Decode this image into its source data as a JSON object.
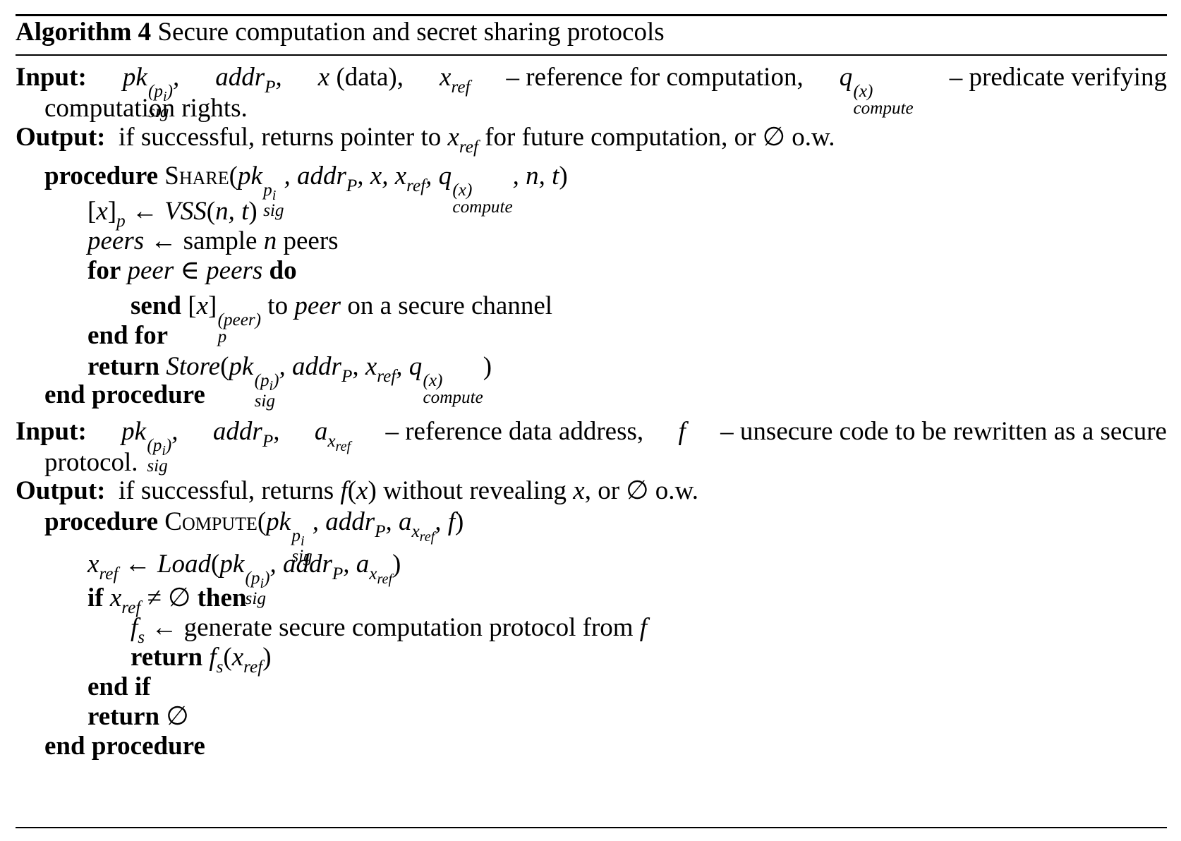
{
  "algorithm": {
    "label": "Algorithm 4",
    "caption": "Secure computation and secret sharing protocols"
  },
  "share": {
    "input_label": "Input:",
    "input_text_1": "(data),",
    "input_text_2": "– reference for computation,",
    "input_text_3": "– predicate verifying",
    "input_text_cont": "computation rights.",
    "output_label": "Output:",
    "output_text_1": "if successful, returns pointer to",
    "output_text_2": "for future computation, or ∅ o.w.",
    "procedure_kw": "procedure",
    "procedure_name": "Share",
    "sample_text": "sample",
    "peers_word": "peers",
    "for_kw": "for",
    "do_kw": "do",
    "send_kw": "send",
    "send_text_1": "to",
    "send_text_2": "on a secure channel",
    "end_for": "end for",
    "return_kw": "return",
    "end_procedure": "end procedure"
  },
  "compute": {
    "input_label": "Input:",
    "input_text_1": "– reference data address,",
    "input_text_2": "– unsecure code to be rewritten as a secure",
    "input_text_cont": "protocol.",
    "output_label": "Output:",
    "output_text_1": "if successful, returns",
    "output_text_2": "without revealing",
    "output_text_3": ", or ∅ o.w.",
    "procedure_kw": "procedure",
    "procedure_name": "Compute",
    "if_kw": "if",
    "then_kw": "then",
    "gen_text": "generate secure computation protocol from",
    "return_kw": "return",
    "end_if": "end if",
    "return_empty": "∅",
    "end_procedure": "end procedure"
  }
}
